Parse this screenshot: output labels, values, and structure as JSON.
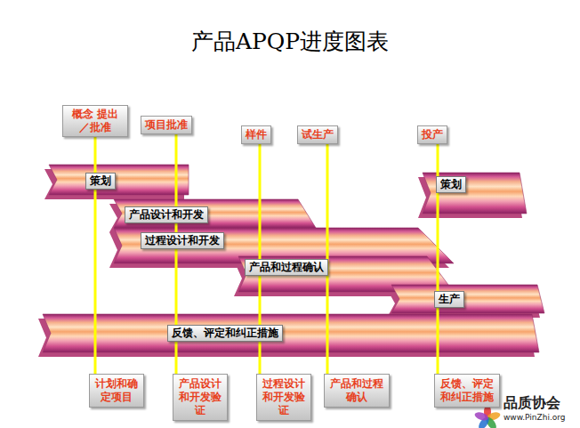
{
  "diagram": {
    "title": "产品APQP进度图表",
    "nodes": [
      {
        "text": [
          "概念 提出／批准"
        ]
      },
      {
        "text": [
          "项目批准"
        ]
      },
      {
        "text": [
          "样件"
        ]
      },
      {
        "text": [
          "试生产"
        ]
      },
      {
        "text": [
          "投产"
        ]
      },
      {
        "text": [
          "策划"
        ]
      },
      {
        "text": [
          "产品设计和开发"
        ]
      },
      {
        "text": [
          "过程设计和开发"
        ]
      },
      {
        "text": [
          "产品和过程确认"
        ]
      },
      {
        "text": [
          "生产"
        ]
      },
      {
        "text": [
          "反馈、评定和纠正措施"
        ]
      },
      {
        "text": [
          "策划"
        ]
      },
      {
        "text": [
          "计划和确定项目"
        ]
      },
      {
        "text": [
          "产品设计和开发验证"
        ]
      },
      {
        "text": [
          "过程设计和开发验证"
        ]
      },
      {
        "text": [
          "产品和过程确认"
        ]
      },
      {
        "text": [
          "反馈、评定和纠正措施"
        ]
      }
    ],
    "edges": [
      {
        "from": 0,
        "to": 12,
        "arrow": "none"
      },
      {
        "from": 1,
        "to": 13,
        "arrow": "none"
      },
      {
        "from": 2,
        "to": 14,
        "arrow": "none"
      },
      {
        "from": 3,
        "to": 15,
        "arrow": "none"
      },
      {
        "from": 4,
        "to": 16,
        "arrow": "none"
      }
    ],
    "labels": [
      "品质协会",
      "www.PinZhi.org"
    ]
  }
}
